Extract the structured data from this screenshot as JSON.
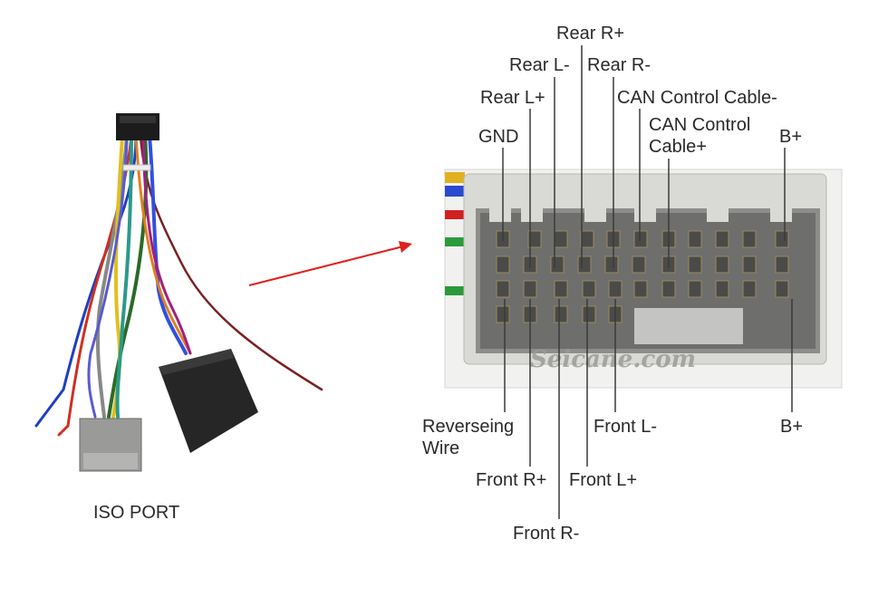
{
  "left": {
    "caption": "ISO PORT"
  },
  "watermark": "Seicane.com",
  "labels": {
    "rear_r_plus": "Rear R+",
    "rear_l_minus": "Rear L-",
    "rear_r_minus": "Rear R-",
    "rear_l_plus": "Rear L+",
    "can_control_minus": "CAN Control Cable-",
    "can_control_plus_1": "CAN Control",
    "can_control_plus_2": "Cable+",
    "gnd": "GND",
    "b_plus_top": "B+",
    "reversing_1": "Reverseing",
    "reversing_2": "Wire",
    "front_l_minus": "Front L-",
    "b_plus_bottom": "B+",
    "front_r_plus": "Front R+",
    "front_l_plus": "Front L+",
    "front_r_minus": "Front R-"
  },
  "colors": {
    "arrow": "#e02020",
    "connector": "#d9d9d6",
    "leader": "#3a3a3a",
    "module": "#262626"
  }
}
